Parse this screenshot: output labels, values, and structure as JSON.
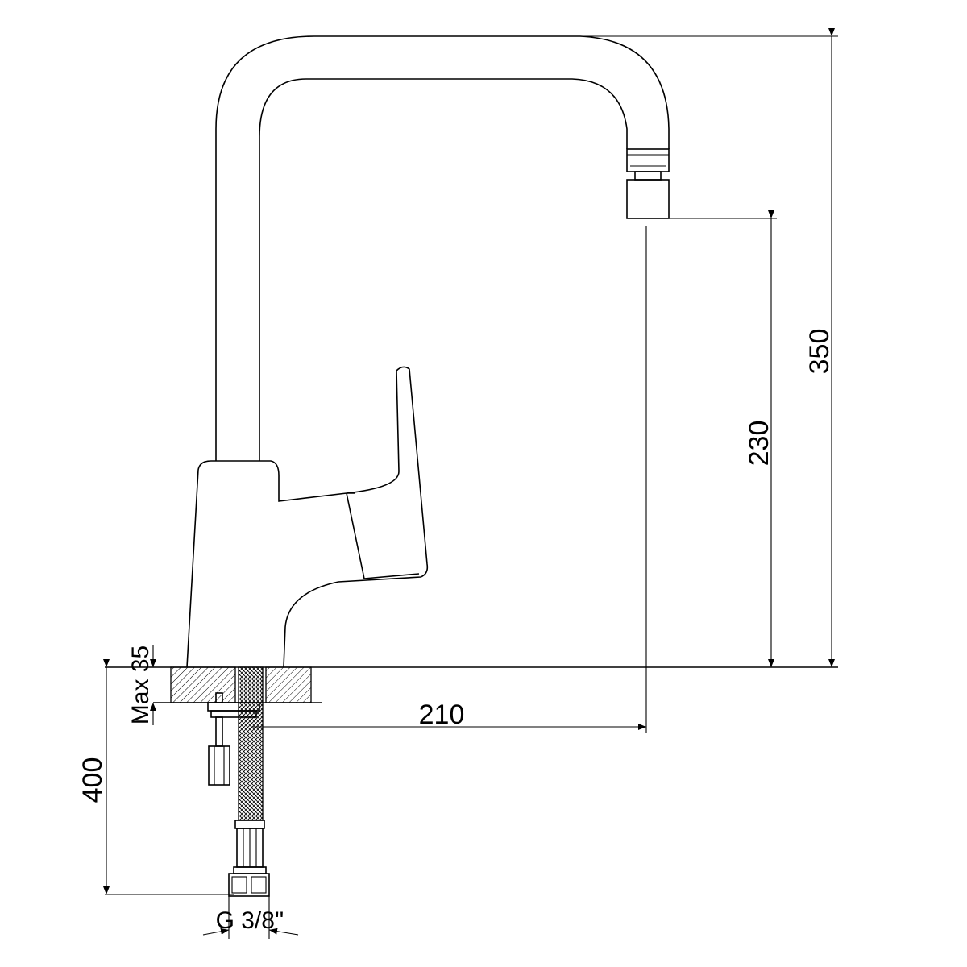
{
  "dimensions": {
    "total_height": "350",
    "spout_height": "230",
    "spout_reach": "210",
    "hose_length": "400",
    "deck_thickness": "Max 35",
    "thread_size": "G 3/8''"
  },
  "colors": {
    "line": "#000000",
    "background": "#ffffff"
  }
}
